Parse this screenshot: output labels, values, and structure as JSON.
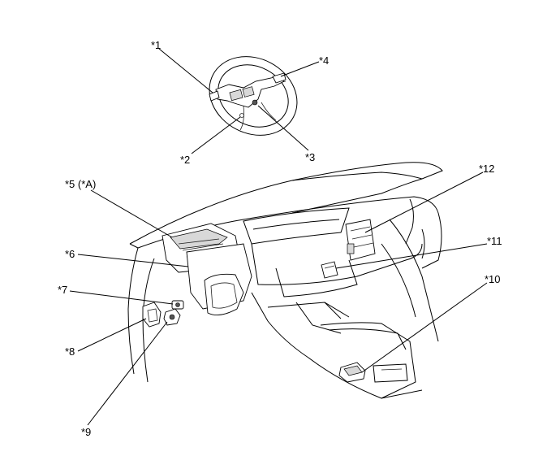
{
  "callouts": [
    {
      "id": "c1",
      "label": "*1"
    },
    {
      "id": "c2",
      "label": "*2"
    },
    {
      "id": "c3",
      "label": "*3"
    },
    {
      "id": "c4",
      "label": "*4"
    },
    {
      "id": "c5",
      "label": "*5 (*A)"
    },
    {
      "id": "c6",
      "label": "*6"
    },
    {
      "id": "c7",
      "label": "*7"
    },
    {
      "id": "c8",
      "label": "*8"
    },
    {
      "id": "c9",
      "label": "*9"
    },
    {
      "id": "c10",
      "label": "*10"
    },
    {
      "id": "c11",
      "label": "*11"
    },
    {
      "id": "c12",
      "label": "*12"
    }
  ]
}
